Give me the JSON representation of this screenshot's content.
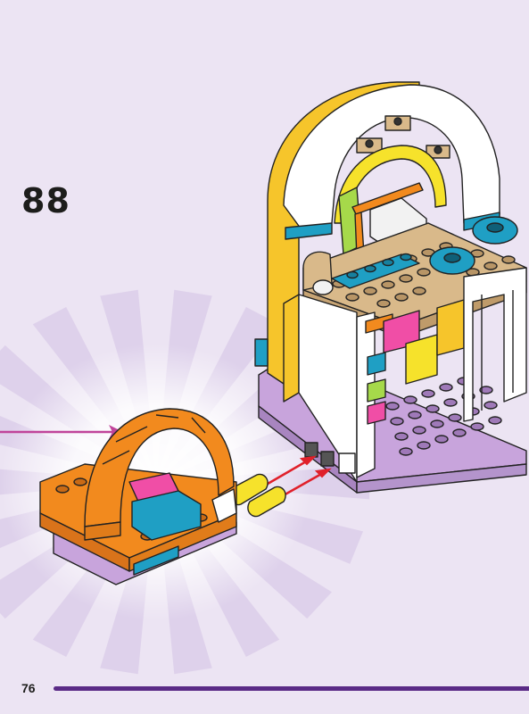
{
  "step": {
    "number": "88"
  },
  "footer": {
    "page_number": "76",
    "line_color": "#5a2a86"
  },
  "colors": {
    "background": "#ece4f3",
    "burst": "#ffffff",
    "pointer_arrow": "#c0449a",
    "attach_arrows": "#e0202a",
    "orange": "#f28a1e",
    "azure": "#1f9fc4",
    "lavender": "#c8a4dc",
    "tan": "#d9b98a",
    "white": "#ffffff",
    "yellow": "#f6e22b",
    "pink": "#f04ea6",
    "lime": "#a6d94a"
  },
  "icons": [
    "sunburst-highlight",
    "pointer-arrow-icon",
    "attach-arrow-icon"
  ]
}
